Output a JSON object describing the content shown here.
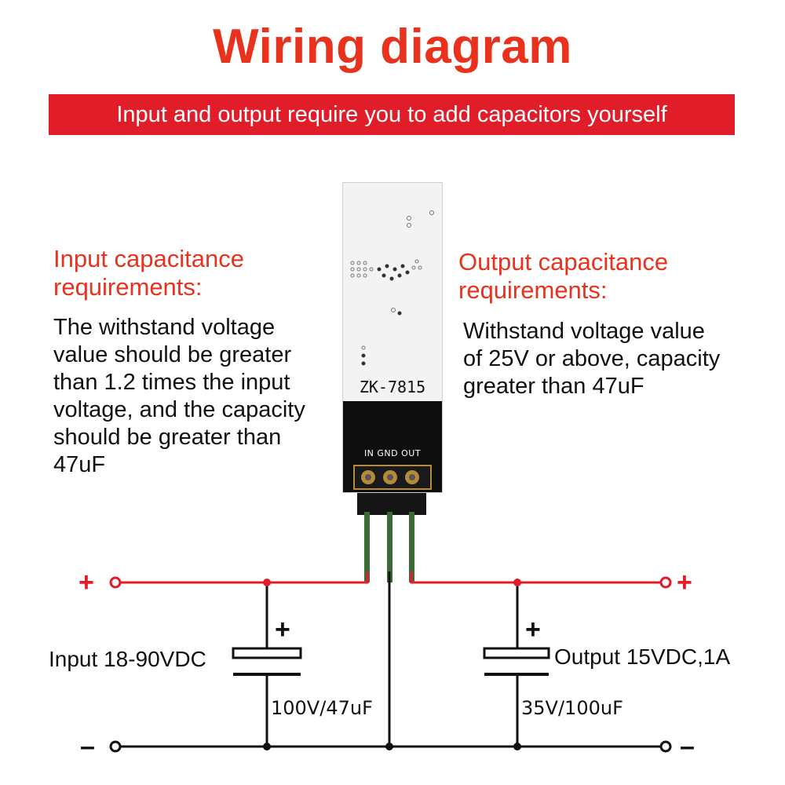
{
  "title": "Wiring diagram",
  "banner": "Input and output require you to add capacitors yourself",
  "input_req": {
    "title_line1": "Input capacitance",
    "title_line2": "requirements:",
    "body_lines": [
      "The withstand voltage",
      "value should be greater",
      "than 1.2 times the input",
      "voltage, and the capacity",
      "should be greater than",
      "47uF"
    ]
  },
  "output_req": {
    "title_line1": "Output capacitance",
    "title_line2": "requirements:",
    "body_lines": [
      "Withstand voltage value",
      "of 25V or above, capacity",
      "greater than 47uF"
    ]
  },
  "module": {
    "model": "ZK-7815",
    "pin_labels": "IN GND OUT"
  },
  "circuit": {
    "input_label": "Input 18-90VDC",
    "output_label": "Output 15VDC,1A",
    "input_cap_label": "100V/47uF",
    "output_cap_label": "35V/100uF",
    "plus": "+",
    "minus": "–"
  },
  "colors": {
    "title_red": "#e8321e",
    "banner_red": "#e11d2a",
    "wire_red": "#e11d2a",
    "wire_black": "#111111"
  }
}
